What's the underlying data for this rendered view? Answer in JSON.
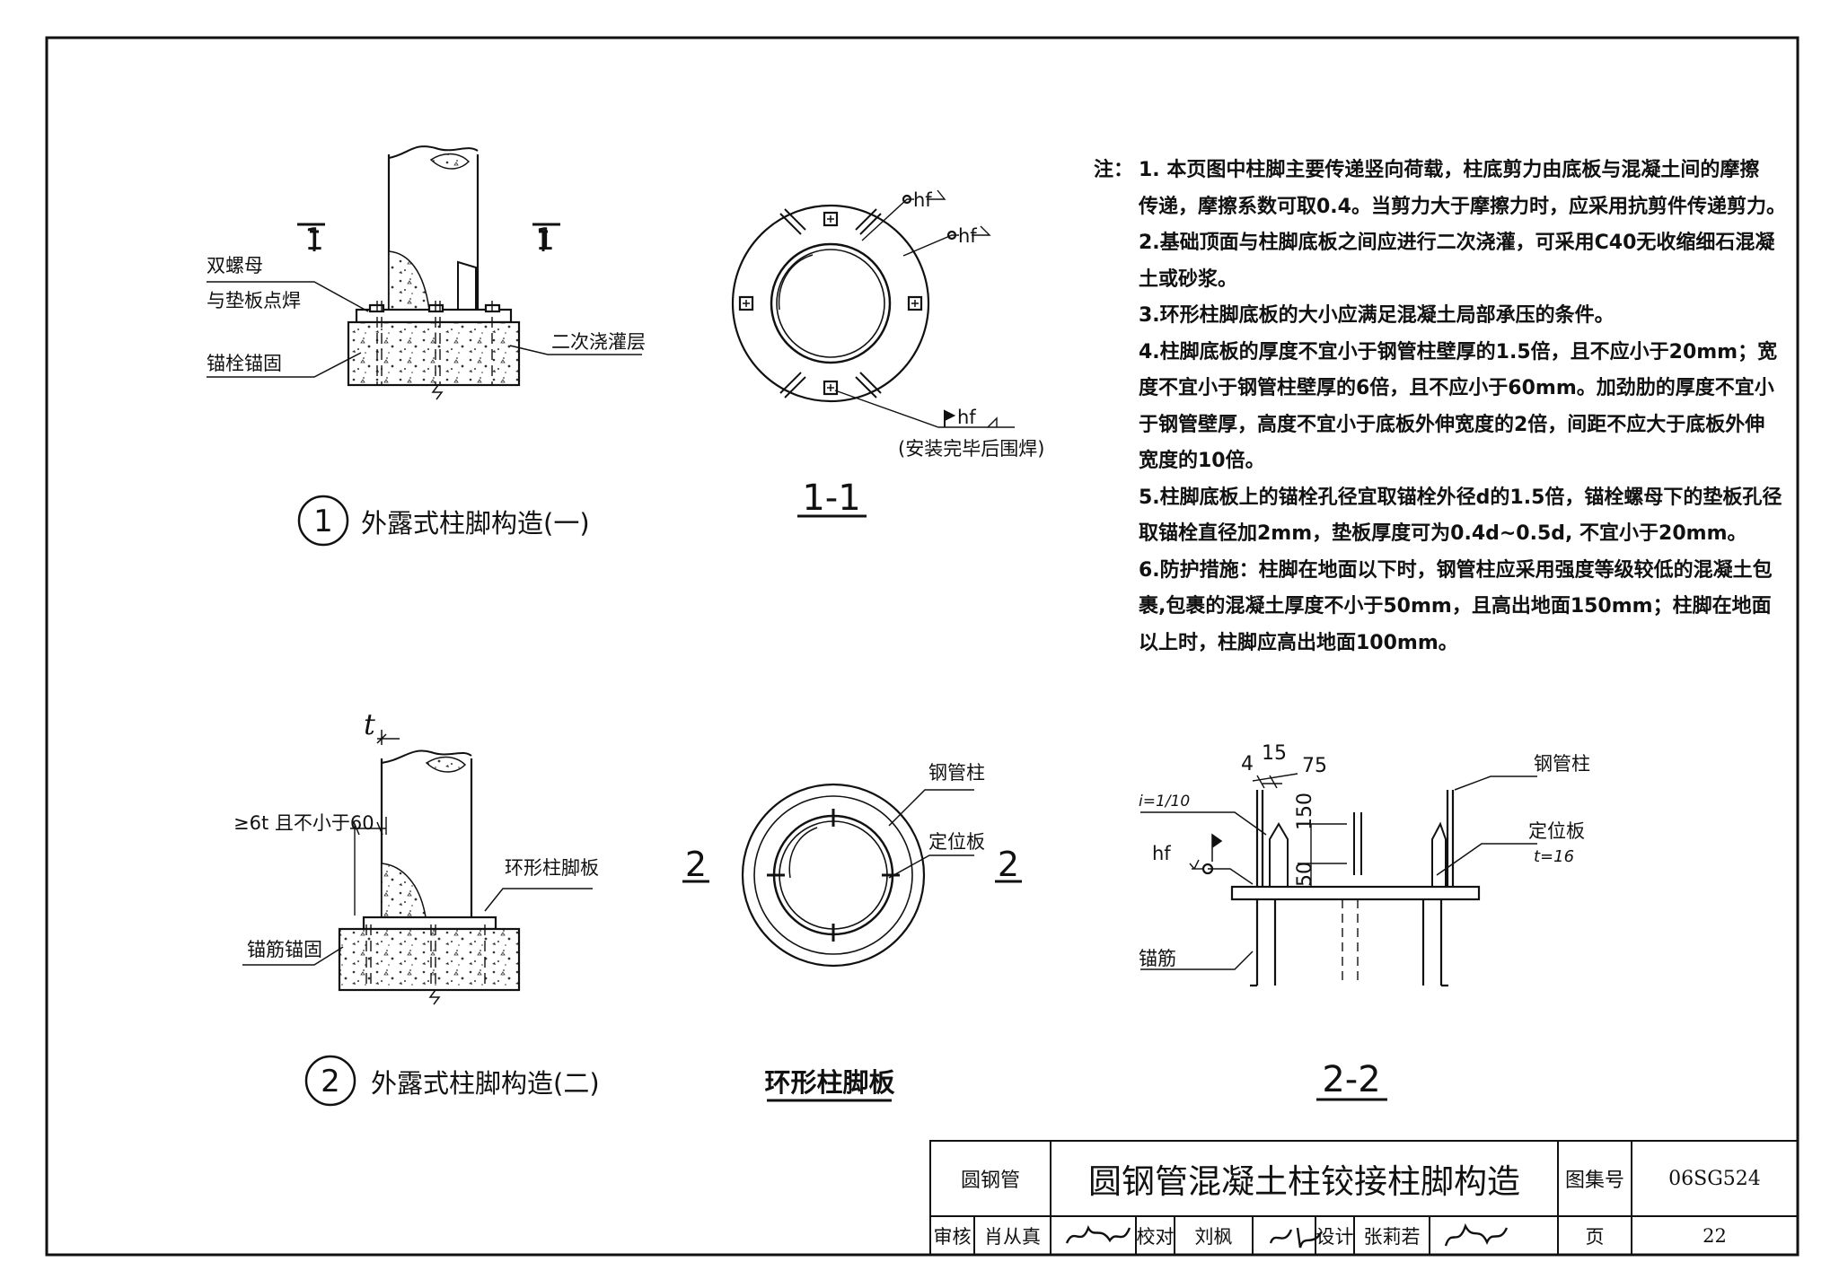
{
  "notes": {
    "head": "注：",
    "lines": [
      "1. 本页图中柱脚主要传递竖向荷载，柱底剪力由底板与混凝土间的摩擦",
      "传递，摩擦系数可取0.4。当剪力大于摩擦力时，应采用抗剪件传递剪力。",
      "2.基础顶面与柱脚底板之间应进行二次浇灌，可采用C40无收缩细石混凝",
      "土或砂浆。",
      "3.环形柱脚底板的大小应满足混凝土局部承压的条件。",
      "4.柱脚底板的厚度不宜小于钢管柱壁厚的1.5倍，且不应小于20mm；宽",
      "度不宜小于钢管柱壁厚的6倍，且不应小于60mm。加劲肋的厚度不宜小",
      "于钢管壁厚，高度不宜小于底板外伸宽度的2倍，间距不应大于底板外伸",
      "宽度的10倍。",
      "5.柱脚底板上的锚栓孔径宜取锚栓外径d的1.5倍，锚栓螺母下的垫板孔径",
      "取锚栓直径加2mm，垫板厚度可为0.4d~0.5d, 不宜小于20mm。",
      "6.防护措施：柱脚在地面以下时，钢管柱应采用强度等级较低的混凝土包",
      "裹,包裹的混凝土厚度不小于50mm，且高出地面150mm；柱脚在地面",
      "以上时，柱脚应高出地面100mm。"
    ]
  },
  "detail1": {
    "number": "1",
    "title": "外露式柱脚构造(一)",
    "section_mark": "1",
    "label_nut_1": "双螺母",
    "label_nut_2": "与垫板点焊",
    "label_anchor": "锚栓锚固",
    "label_grout": "二次浇灌层"
  },
  "section11": {
    "title": "1-1",
    "weld_symbol": "hf",
    "note": "(安装完毕后围焊)"
  },
  "detail2": {
    "number": "2",
    "title": "外露式柱脚构造(二)",
    "dim_t": "t",
    "dim_width": "≥6t 且不小于60",
    "label_plate": "环形柱脚板",
    "label_rebar": "锚筋锚固"
  },
  "ringplate": {
    "title": "环形柱脚板",
    "section_mark": "2",
    "label_column": "钢管柱",
    "label_locator": "定位板"
  },
  "section22": {
    "title": "2-2",
    "dim_4": "4",
    "dim_15": "15",
    "dim_75": "75",
    "dim_150": "150",
    "dim_50": "50",
    "slope": "i=1/10",
    "weld_symbol": "hf",
    "label_column": "钢管柱",
    "label_locator": "定位板",
    "label_thickness": "t=16",
    "label_rebar": "锚筋"
  },
  "titleblock": {
    "category": "圆钢管",
    "title": "圆钢管混凝土柱铰接柱脚构造",
    "atlas_label": "图集号",
    "atlas_no": "06SG524",
    "review_label": "审核",
    "reviewer": "肖从真",
    "check_label": "校对",
    "checker": "刘枫",
    "design_label": "设计",
    "designer": "张莉若",
    "page_label": "页",
    "page_no": "22"
  }
}
